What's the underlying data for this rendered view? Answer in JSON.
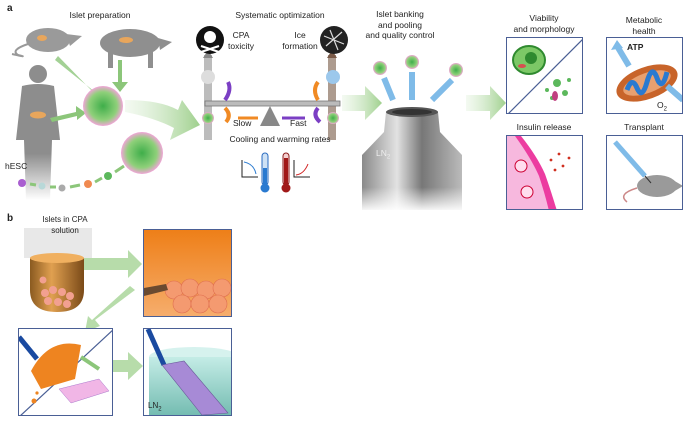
{
  "panel_a": {
    "label": "a",
    "islet_preparation": "Islet preparation",
    "hesc": "hESC",
    "systematic_optimization": "Systematic optimization",
    "cpa_toxicity": [
      "CPA",
      "toxicity"
    ],
    "ice_formation": [
      "Ice",
      "formation"
    ],
    "slow": "Slow",
    "fast": "Fast",
    "cooling_warming": "Cooling and warming rates",
    "banking": [
      "Islet banking",
      "and pooling",
      "and quality control"
    ],
    "ln2": "LN",
    "ln2_sub": "2",
    "viability": [
      "Viability",
      "and morphology"
    ],
    "metabolic": [
      "Metabolic",
      "health"
    ],
    "atp": "ATP",
    "o2": "O",
    "o2_sub": "2",
    "insulin_release": "Insulin release",
    "transplant": "Transplant"
  },
  "panel_b": {
    "label": "b",
    "islets_in_cpa": [
      "Islets in CPA",
      "solution"
    ],
    "ln2": "LN",
    "ln2_sub": "2"
  },
  "colors": {
    "arrow_green": "#a9d39a",
    "box_border": "#4a5f95",
    "orange": "#f08a24",
    "purple": "#7b3fc4"
  }
}
